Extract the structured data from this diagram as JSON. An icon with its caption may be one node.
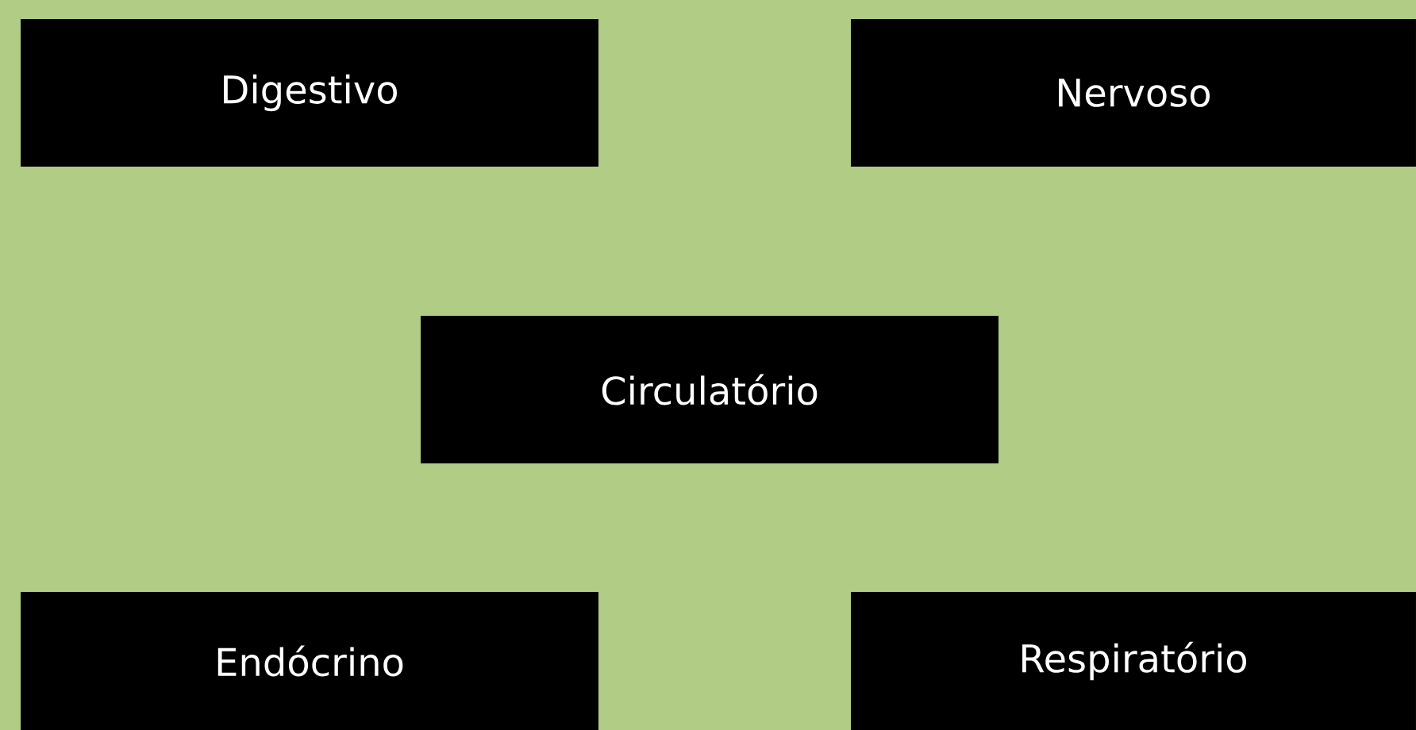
{
  "diagram": {
    "nodes": [
      {
        "text": [
          "Digestivo"
        ]
      },
      {
        "text": [
          "Nervoso"
        ]
      },
      {
        "text": [
          "Circulatório"
        ]
      },
      {
        "text": [
          "Endócrino"
        ]
      },
      {
        "text": [
          "Respiratório"
        ]
      }
    ]
  }
}
